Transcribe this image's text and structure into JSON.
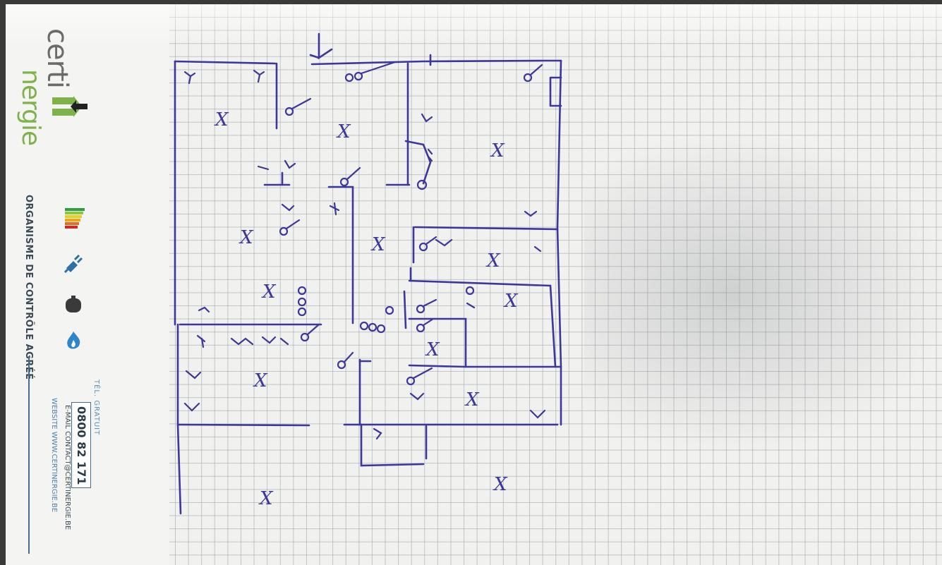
{
  "logo": {
    "word1": "certi",
    "word2": "nergie"
  },
  "tagline": "ORGANISME DE CONTRÔLE AGRÉÉ",
  "contact": {
    "tel_label": "TÉL. GRATUIT",
    "tel_number": "0800 82 171",
    "email": "E-MAIL CONTACT@CERTINERGIE.BE",
    "website": "WEBSITE WWW.CERTINERGIE.BE"
  },
  "sketch": {
    "room_marker": "X",
    "ink_color": "#3c3799",
    "brand_green": "#7fb24a",
    "brand_blue": "#4a6b8a"
  },
  "icons": [
    "energy-label-icon",
    "plug-icon",
    "oil-tank-icon",
    "gas-flame-icon",
    "house-arrow-icon"
  ]
}
